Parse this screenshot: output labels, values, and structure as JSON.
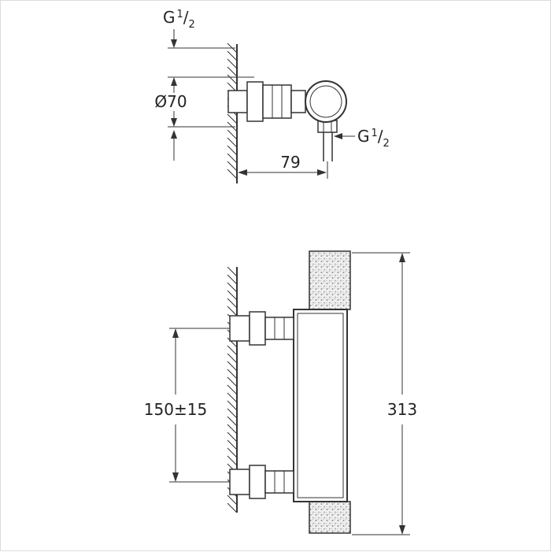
{
  "labels": {
    "thread_top": {
      "prefix": "G",
      "numerator": "1",
      "slash": "/",
      "denominator": "2"
    },
    "thread_outlet": {
      "prefix": "G",
      "numerator": "1",
      "slash": "/",
      "denominator": "2"
    },
    "diameter": "Ø70",
    "projection": "79",
    "spacing": "150±15",
    "height": "313"
  },
  "colors": {
    "line": "#333333",
    "speckle_dot": "#8f8f8f",
    "background": "#ffffff"
  }
}
